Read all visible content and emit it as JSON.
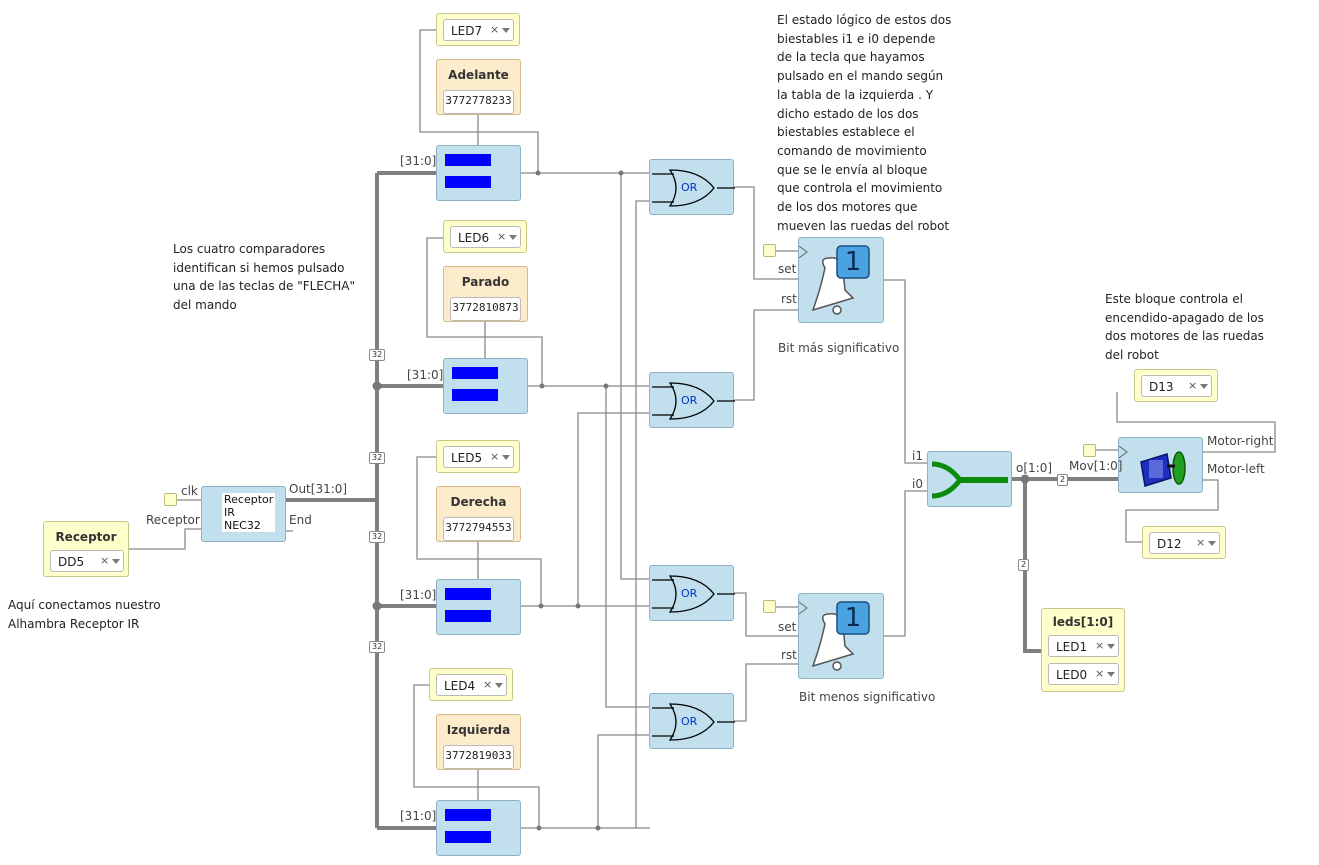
{
  "notes": {
    "top_right": "El estado lógico de estos dos biestables i1 e i0 depende de la tecla que hayamos pulsado en el mando según la tabla de la izquierda . Y dicho estado de los dos biestables establece el comando de movimiento que se le envía al bloque que controla el movimiento de los dos motores que mueven las ruedas del robot",
    "left": "Los cuatro comparadores identifican si hemos pulsado una de las teclas de \"FLECHA\" del mando",
    "receptor": "Aquí conectamos nuestro Alhambra Receptor IR",
    "motor": "Este bloque controla el encendido-apagado de los dos motores de las ruedas del robot"
  },
  "pins": {
    "led7": "LED7",
    "led6": "LED6",
    "led5": "LED5",
    "led4": "LED4",
    "receptor_title": "Receptor",
    "receptor_value": "DD5",
    "d13": "D13",
    "d12": "D12",
    "leds_title": "leds[1:0]",
    "led1": "LED1",
    "led0": "LED0",
    "remove": "×"
  },
  "constants": [
    {
      "name": "Adelante",
      "value": "3772778233"
    },
    {
      "name": "Parado",
      "value": "3772810873"
    },
    {
      "name": "Derecha",
      "value": "3772794553"
    },
    {
      "name": "Izquierda",
      "value": "3772819033"
    }
  ],
  "receiver": {
    "name": "Receptor IR NEC32",
    "line1": "Receptor",
    "line2": "IR",
    "line3": "NEC32",
    "clk": "clk",
    "in": "Receptor",
    "out": "Out[31:0]",
    "end": "End"
  },
  "gates": {
    "or": "OR"
  },
  "flipflops": {
    "set": "set",
    "rst": "rst",
    "value": "1",
    "msb_label": "Bit más significativo",
    "lsb_label": "Bit menos significativo"
  },
  "joiner": {
    "i1": "i1",
    "i0": "i0",
    "out": "o[1:0]"
  },
  "motor": {
    "in": "Mov[1:0]",
    "right": "Motor-right",
    "left": "Motor-left"
  },
  "bus": {
    "range": "[31:0]",
    "width32": "32",
    "width2": "2"
  }
}
